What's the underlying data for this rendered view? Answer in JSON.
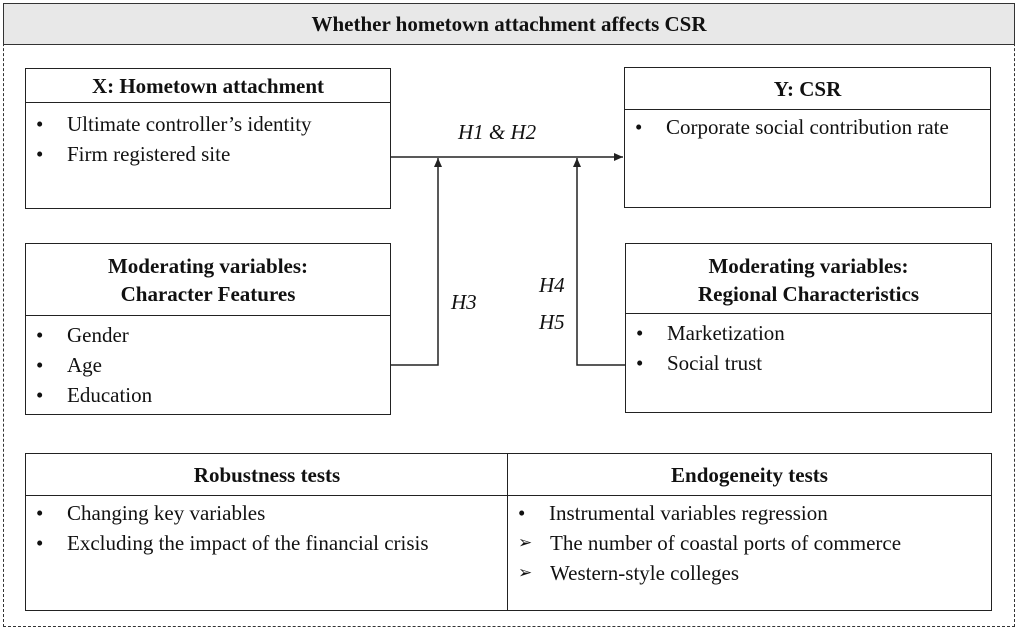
{
  "title": "Whether hometown attachment affects CSR",
  "x_box": {
    "header": "X: Hometown attachment",
    "items": [
      "Ultimate controller’s identity",
      "Firm registered site"
    ]
  },
  "y_box": {
    "header": "Y: CSR",
    "items": [
      "Corporate social contribution rate"
    ]
  },
  "mod_char": {
    "header_line1": "Moderating variables:",
    "header_line2": "Character Features",
    "items": [
      "Gender",
      "Age",
      "Education"
    ]
  },
  "mod_region": {
    "header_line1": "Moderating variables:",
    "header_line2": "Regional Characteristics",
    "items": [
      "Marketization",
      "Social trust"
    ]
  },
  "hypotheses": {
    "h1h2": "H1 & H2",
    "h3": "H3",
    "h4": "H4",
    "h5": "H5"
  },
  "robustness": {
    "header": "Robustness tests",
    "items": [
      "Changing key variables",
      "Excluding the impact of the financial crisis"
    ]
  },
  "endogeneity": {
    "header": "Endogeneity tests",
    "item": "Instrumental variables regression",
    "sub_items": [
      "The number of coastal ports of commerce",
      "Western-style colleges"
    ]
  },
  "glyphs": {
    "bullet": "•",
    "arrow": "➢"
  }
}
